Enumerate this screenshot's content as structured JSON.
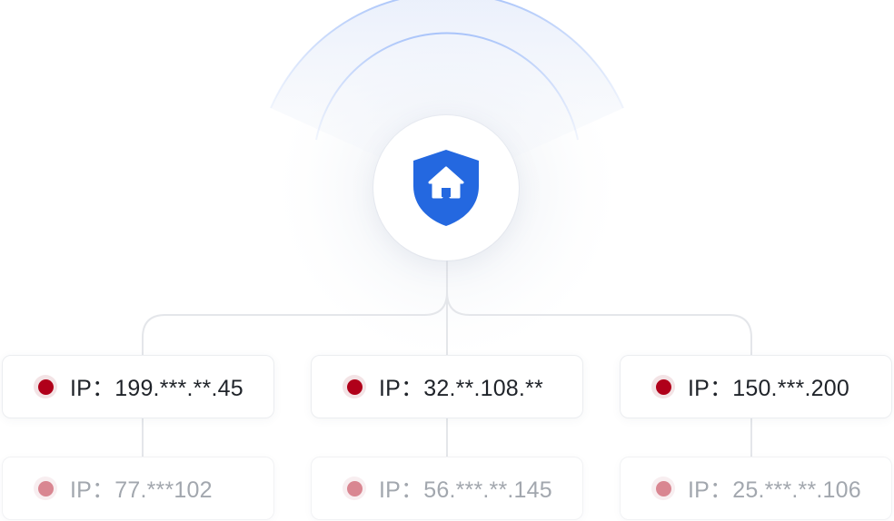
{
  "hub": {
    "icon": "shield-home-icon",
    "shield_color": "#2468e0"
  },
  "colors": {
    "active_dot": "#b0001a",
    "faded_dot": "#d98691",
    "wifi_arc": "#b9cffb",
    "connector": "#e4e6ea"
  },
  "columns": [
    {
      "primary": {
        "label": "IP：",
        "value": "199.***.**.45"
      },
      "secondary": {
        "label": "IP：",
        "value": "77.***102"
      }
    },
    {
      "primary": {
        "label": "IP：",
        "value": "32.**.108.**"
      },
      "secondary": {
        "label": "IP：",
        "value": "56.***.**.145"
      }
    },
    {
      "primary": {
        "label": "IP：",
        "value": "150.***.200"
      },
      "secondary": {
        "label": "IP：",
        "value": "25.***.**.106"
      }
    }
  ]
}
